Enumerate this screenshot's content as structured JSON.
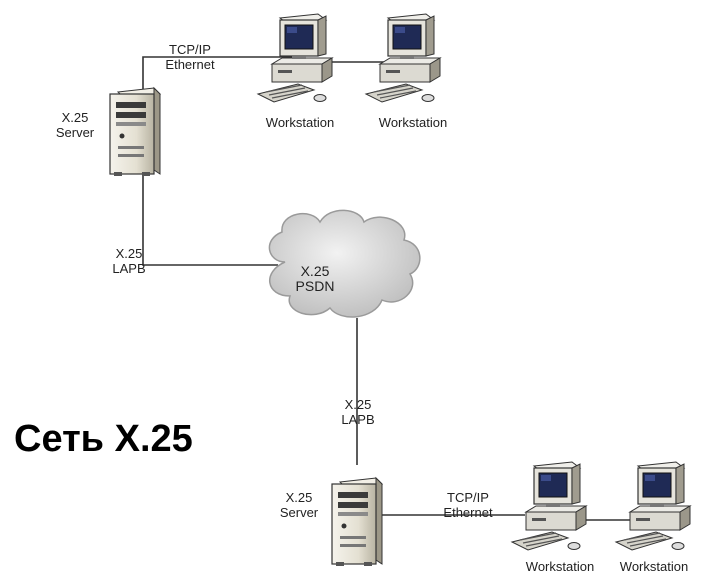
{
  "nodes": {
    "server_top": {
      "label_line1": "X.25",
      "label_line2": "Server"
    },
    "server_bottom": {
      "label_line1": "X.25",
      "label_line2": "Server"
    },
    "cloud": {
      "label_line1": "X.25",
      "label_line2": "PSDN"
    },
    "workstation_top_1": {
      "label": "Workstation"
    },
    "workstation_top_2": {
      "label": "Workstation"
    },
    "workstation_bottom_1": {
      "label": "Workstation"
    },
    "workstation_bottom_2": {
      "label": "Workstation"
    }
  },
  "links": {
    "top_ethernet": {
      "line1": "TCP/IP",
      "line2": "Ethernet"
    },
    "top_lapb": {
      "line1": "X.25",
      "line2": "LAPB"
    },
    "bottom_lapb": {
      "line1": "X.25",
      "line2": "LAPB"
    },
    "bottom_ethernet": {
      "line1": "TCP/IP",
      "line2": "Ethernet"
    }
  },
  "title": "Сеть X.25",
  "colors": {
    "line": "#333333",
    "cloud": "#d9d9d9",
    "case": "#e8e4d8"
  }
}
